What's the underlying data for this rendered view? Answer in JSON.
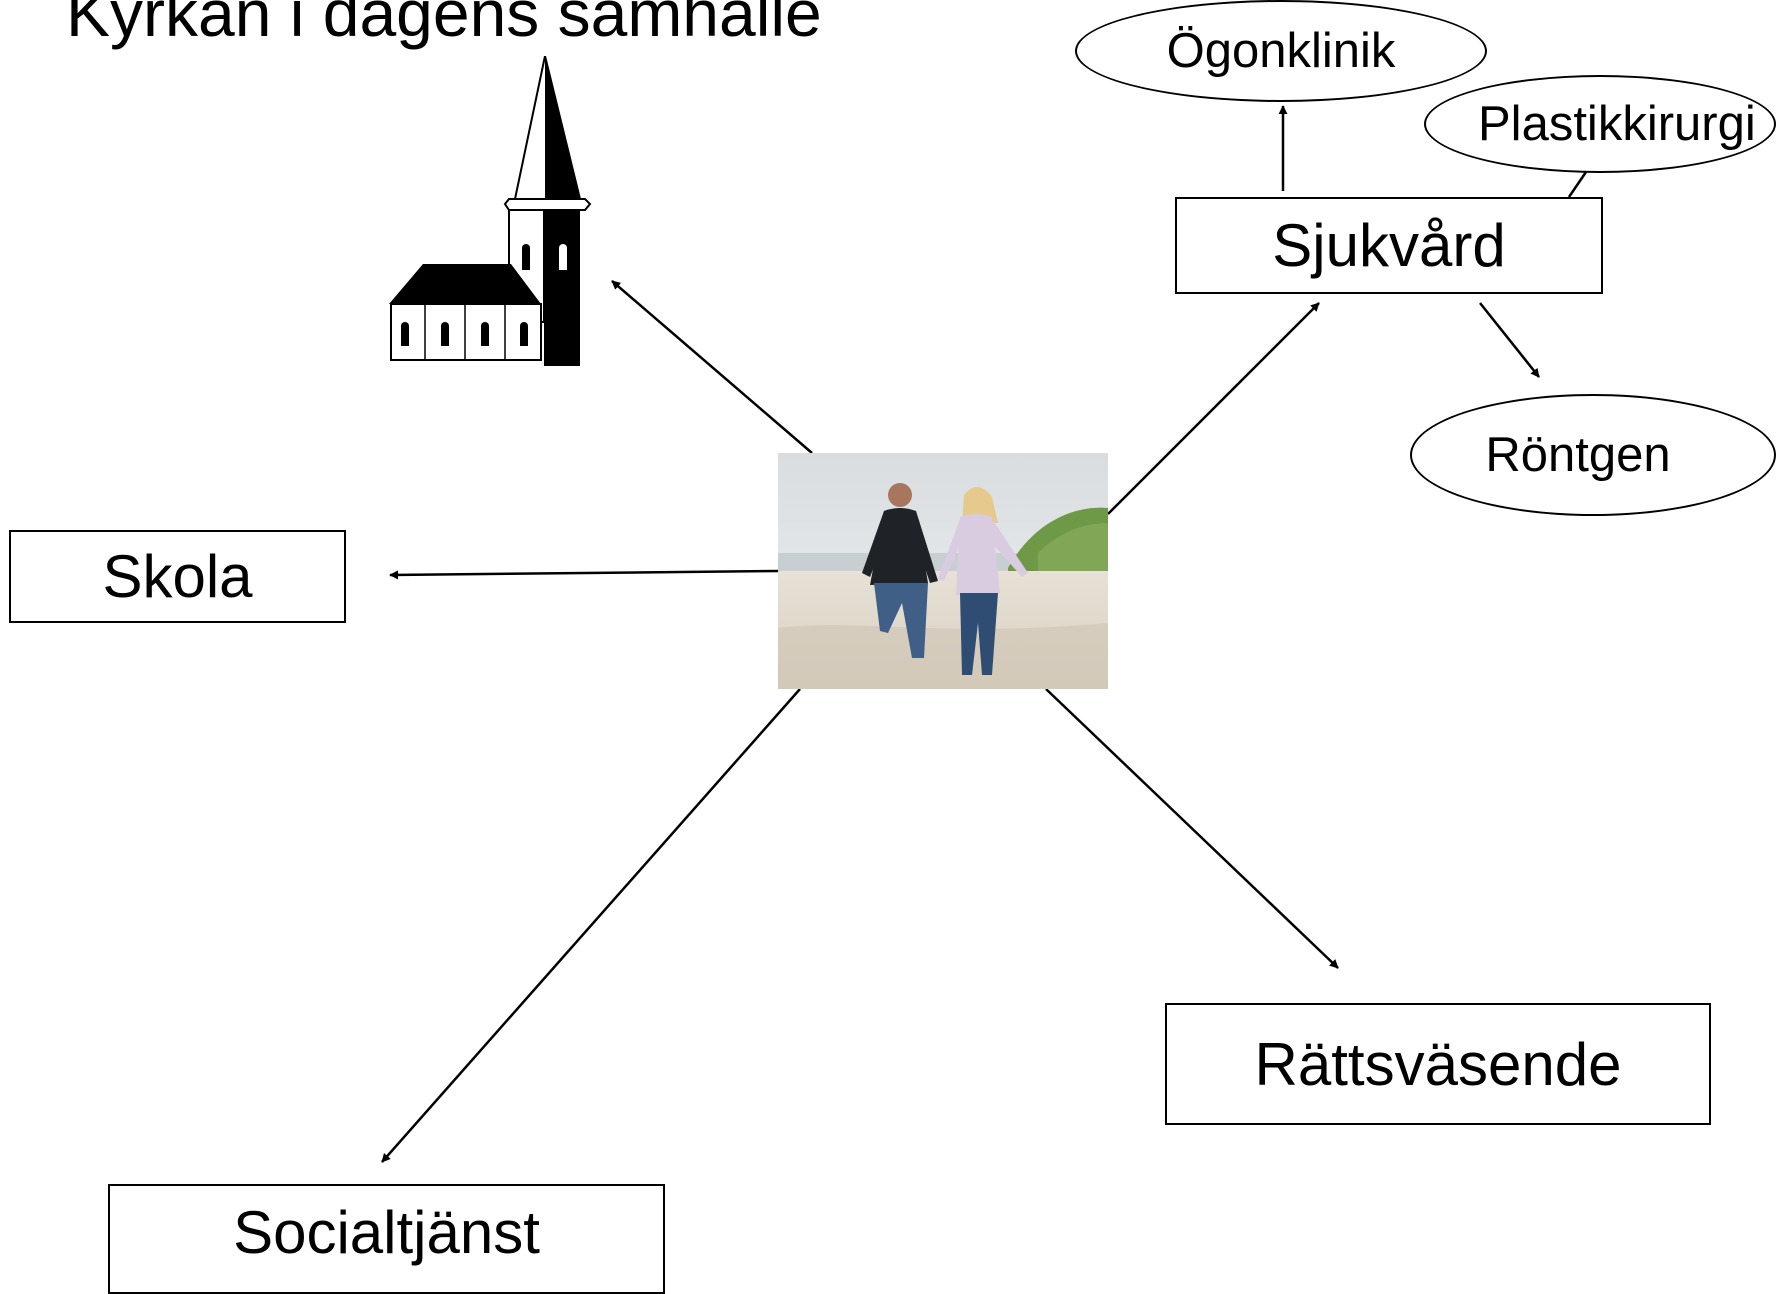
{
  "title": "Kyrkan i dagens samhälle",
  "nodes": {
    "sjukvard": "Sjukvård",
    "ogonklinik": "Ögonklinik",
    "plastikkirurgi": "Plastikkirurgi",
    "rontgen": "Röntgen",
    "skola": "Skola",
    "socialtjanst": "Socialtjänst",
    "rattsvasende": "Rättsväsende"
  },
  "icons": {
    "center": "couple-on-beach-photo",
    "church": "church-icon"
  }
}
